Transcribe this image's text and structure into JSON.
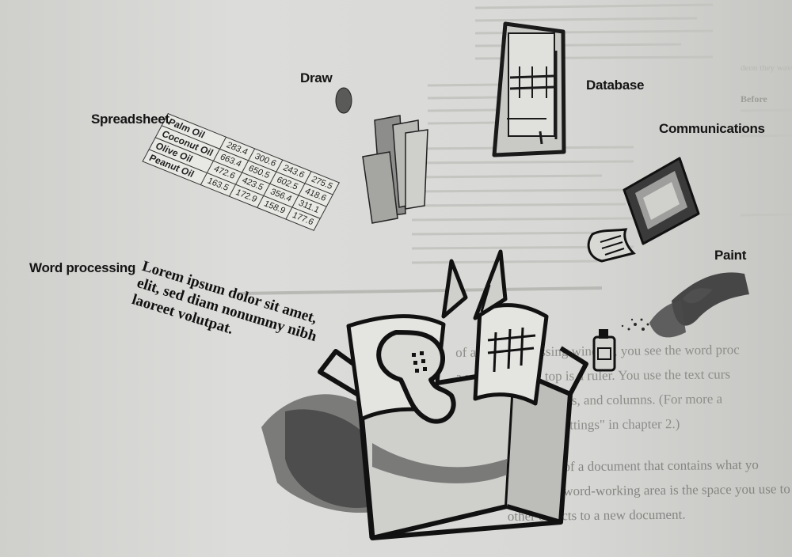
{
  "labels": {
    "draw": "Draw",
    "spreadsheet": "Spreadsheet",
    "database": "Database",
    "communications": "Communications",
    "paint": "Paint",
    "word_processing": "Word processing"
  },
  "word_sample": {
    "line1": "Lorem ipsum dolor sit amet,",
    "line2": "elit, sed diam nonummy nibh",
    "line3": "laoreet volutpat."
  },
  "spreadsheet": {
    "rows": [
      {
        "label": "Palm Oil",
        "values": [
          "283.4",
          "300.6",
          "243.6",
          "275.5"
        ]
      },
      {
        "label": "Coconut Oil",
        "values": [
          "663.4",
          "650.5",
          "602.5",
          "418.6"
        ]
      },
      {
        "label": "Olive Oil",
        "values": [
          "472.6",
          "423.5",
          "356.4",
          "311.1"
        ]
      },
      {
        "label": "Peanut Oil",
        "values": [
          "163.5",
          "172.9",
          "158.9",
          "177.6"
        ]
      }
    ]
  },
  "background_text": {
    "right_margin_1": "deon they wave wit",
    "right_margin_2": "Before",
    "body_lines": [
      "of a word processing window, you see the word proc",
      "a window at the top is a ruler. You use the text curs",
      "s, margins, paragraphs, and columns. (For more a",
      "g word processing settings\" in chapter 2.)"
    ],
    "body_lines_2": [
      "is the part of a document that contains what yo",
      "view. The word-working area is the space you use to \"write\" e",
      "other objects to a new document."
    ]
  },
  "colors": {
    "ink": "#141414",
    "paper": "#dcdcda",
    "gray_fill": "#9a9a98",
    "dark_fill": "#3a3a3a"
  }
}
